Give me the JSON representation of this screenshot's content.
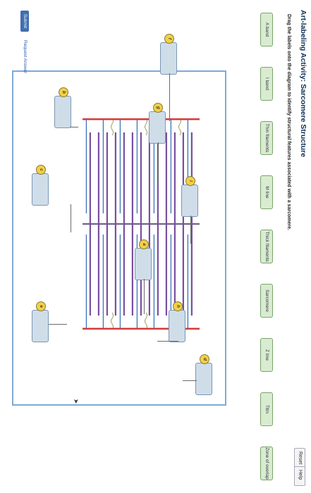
{
  "activity": {
    "title": "Art-labeling Activity: Sarcomere Structure",
    "instruction": "Drag the labels onto the diagram to identify structural features associated with a sarcomere."
  },
  "toolbar": {
    "reset_label": "Reset",
    "help_label": "Help"
  },
  "labels": [
    "A band",
    "I band",
    "Thin filaments",
    "M line",
    "Thick filaments",
    "Sarcomere",
    "Z line",
    "Titin",
    "Zone of overlap"
  ],
  "markers": [
    "f",
    "g",
    "i",
    "a",
    "h",
    "d",
    "b",
    "c",
    "e"
  ],
  "footer": {
    "submit_label": "Submit",
    "request_label": "Request Answer"
  },
  "colors": {
    "title": "#0a2d55",
    "label_bg": "#d8ecd0",
    "drop_bg": "#cfdde9",
    "marker": "#f2d048",
    "thick_filament": "#7a4fa0",
    "thin_filament": "#2f6fb7",
    "z_line": "#d23c3c",
    "frame": "#7fa9d6"
  }
}
